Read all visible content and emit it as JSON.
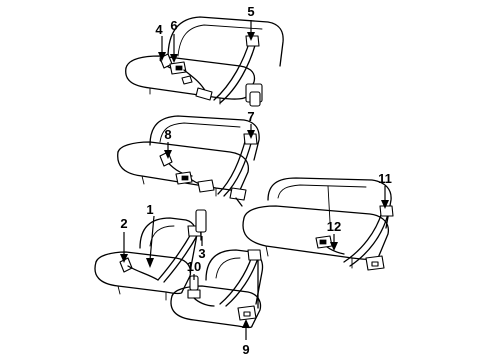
{
  "callouts": {
    "c1": "1",
    "c2": "2",
    "c3": "3",
    "c4": "4",
    "c5": "5",
    "c6": "6",
    "c7": "7",
    "c8": "8",
    "c9": "9",
    "c10": "10",
    "c11": "11",
    "c12": "12"
  },
  "colors": {
    "ink": "#000000",
    "paper": "#ffffff"
  }
}
